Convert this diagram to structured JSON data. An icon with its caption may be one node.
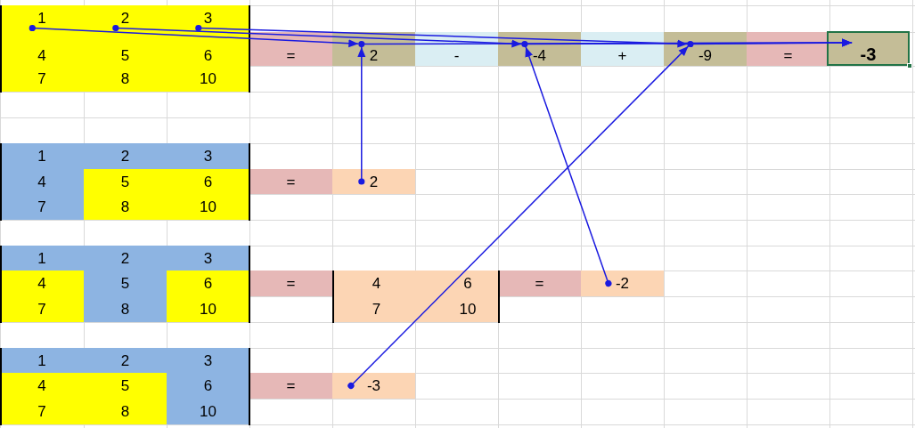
{
  "diagram": {
    "nodes": [
      {
        "text": [
          "1"
        ]
      },
      {
        "text": [
          "2"
        ]
      },
      {
        "text": [
          "3"
        ]
      },
      {
        "text": [
          "4"
        ]
      },
      {
        "text": [
          "5"
        ]
      },
      {
        "text": [
          "6"
        ]
      },
      {
        "text": [
          "="
        ]
      },
      {
        "text": [
          "2"
        ]
      },
      {
        "text": [
          "-"
        ]
      },
      {
        "text": [
          "-4"
        ]
      },
      {
        "text": [
          "+"
        ]
      },
      {
        "text": [
          "-9"
        ]
      },
      {
        "text": [
          "="
        ]
      },
      {
        "text": [
          "-3"
        ]
      },
      {
        "text": [
          "7"
        ]
      },
      {
        "text": [
          "8"
        ]
      },
      {
        "text": [
          "10"
        ]
      },
      {
        "text": [
          "1"
        ]
      },
      {
        "text": [
          "2"
        ]
      },
      {
        "text": [
          "3"
        ]
      },
      {
        "text": [
          "4"
        ]
      },
      {
        "text": [
          "5"
        ]
      },
      {
        "text": [
          "6"
        ]
      },
      {
        "text": [
          "="
        ]
      },
      {
        "text": [
          "2"
        ]
      },
      {
        "text": [
          "7"
        ]
      },
      {
        "text": [
          "8"
        ]
      },
      {
        "text": [
          "10"
        ]
      },
      {
        "text": [
          "1"
        ]
      },
      {
        "text": [
          "2"
        ]
      },
      {
        "text": [
          "3"
        ]
      },
      {
        "text": [
          "4"
        ]
      },
      {
        "text": [
          "5"
        ]
      },
      {
        "text": [
          "6"
        ]
      },
      {
        "text": [
          "="
        ]
      },
      {
        "text": [
          "4"
        ]
      },
      {
        "text": [
          "6"
        ]
      },
      {
        "text": [
          "="
        ]
      },
      {
        "text": [
          "-2"
        ]
      },
      {
        "text": [
          "7"
        ]
      },
      {
        "text": [
          "8"
        ]
      },
      {
        "text": [
          "10"
        ]
      },
      {
        "text": [
          "7"
        ]
      },
      {
        "text": [
          "10"
        ]
      },
      {
        "text": [
          "1"
        ]
      },
      {
        "text": [
          "2"
        ]
      },
      {
        "text": [
          "3"
        ]
      },
      {
        "text": [
          "4"
        ]
      },
      {
        "text": [
          "5"
        ]
      },
      {
        "text": [
          "6"
        ]
      },
      {
        "text": [
          "="
        ]
      },
      {
        "text": [
          "-3"
        ]
      },
      {
        "text": [
          "7"
        ]
      },
      {
        "text": [
          "8"
        ]
      },
      {
        "text": [
          "10"
        ]
      }
    ],
    "edges": [
      {
        "from": 0,
        "to": 7,
        "arrow": "to"
      },
      {
        "from": 1,
        "to": 9,
        "arrow": "to"
      },
      {
        "from": 2,
        "to": 11,
        "arrow": "to"
      },
      {
        "from": 24,
        "to": 7,
        "arrow": "to"
      },
      {
        "from": 38,
        "to": 9,
        "arrow": "to"
      },
      {
        "from": 51,
        "to": 11,
        "arrow": "to"
      },
      {
        "from": 7,
        "to": 13,
        "arrow": "to"
      },
      {
        "from": 9,
        "to": 13,
        "arrow": "to"
      },
      {
        "from": 11,
        "to": 13,
        "arrow": "to"
      }
    ]
  }
}
